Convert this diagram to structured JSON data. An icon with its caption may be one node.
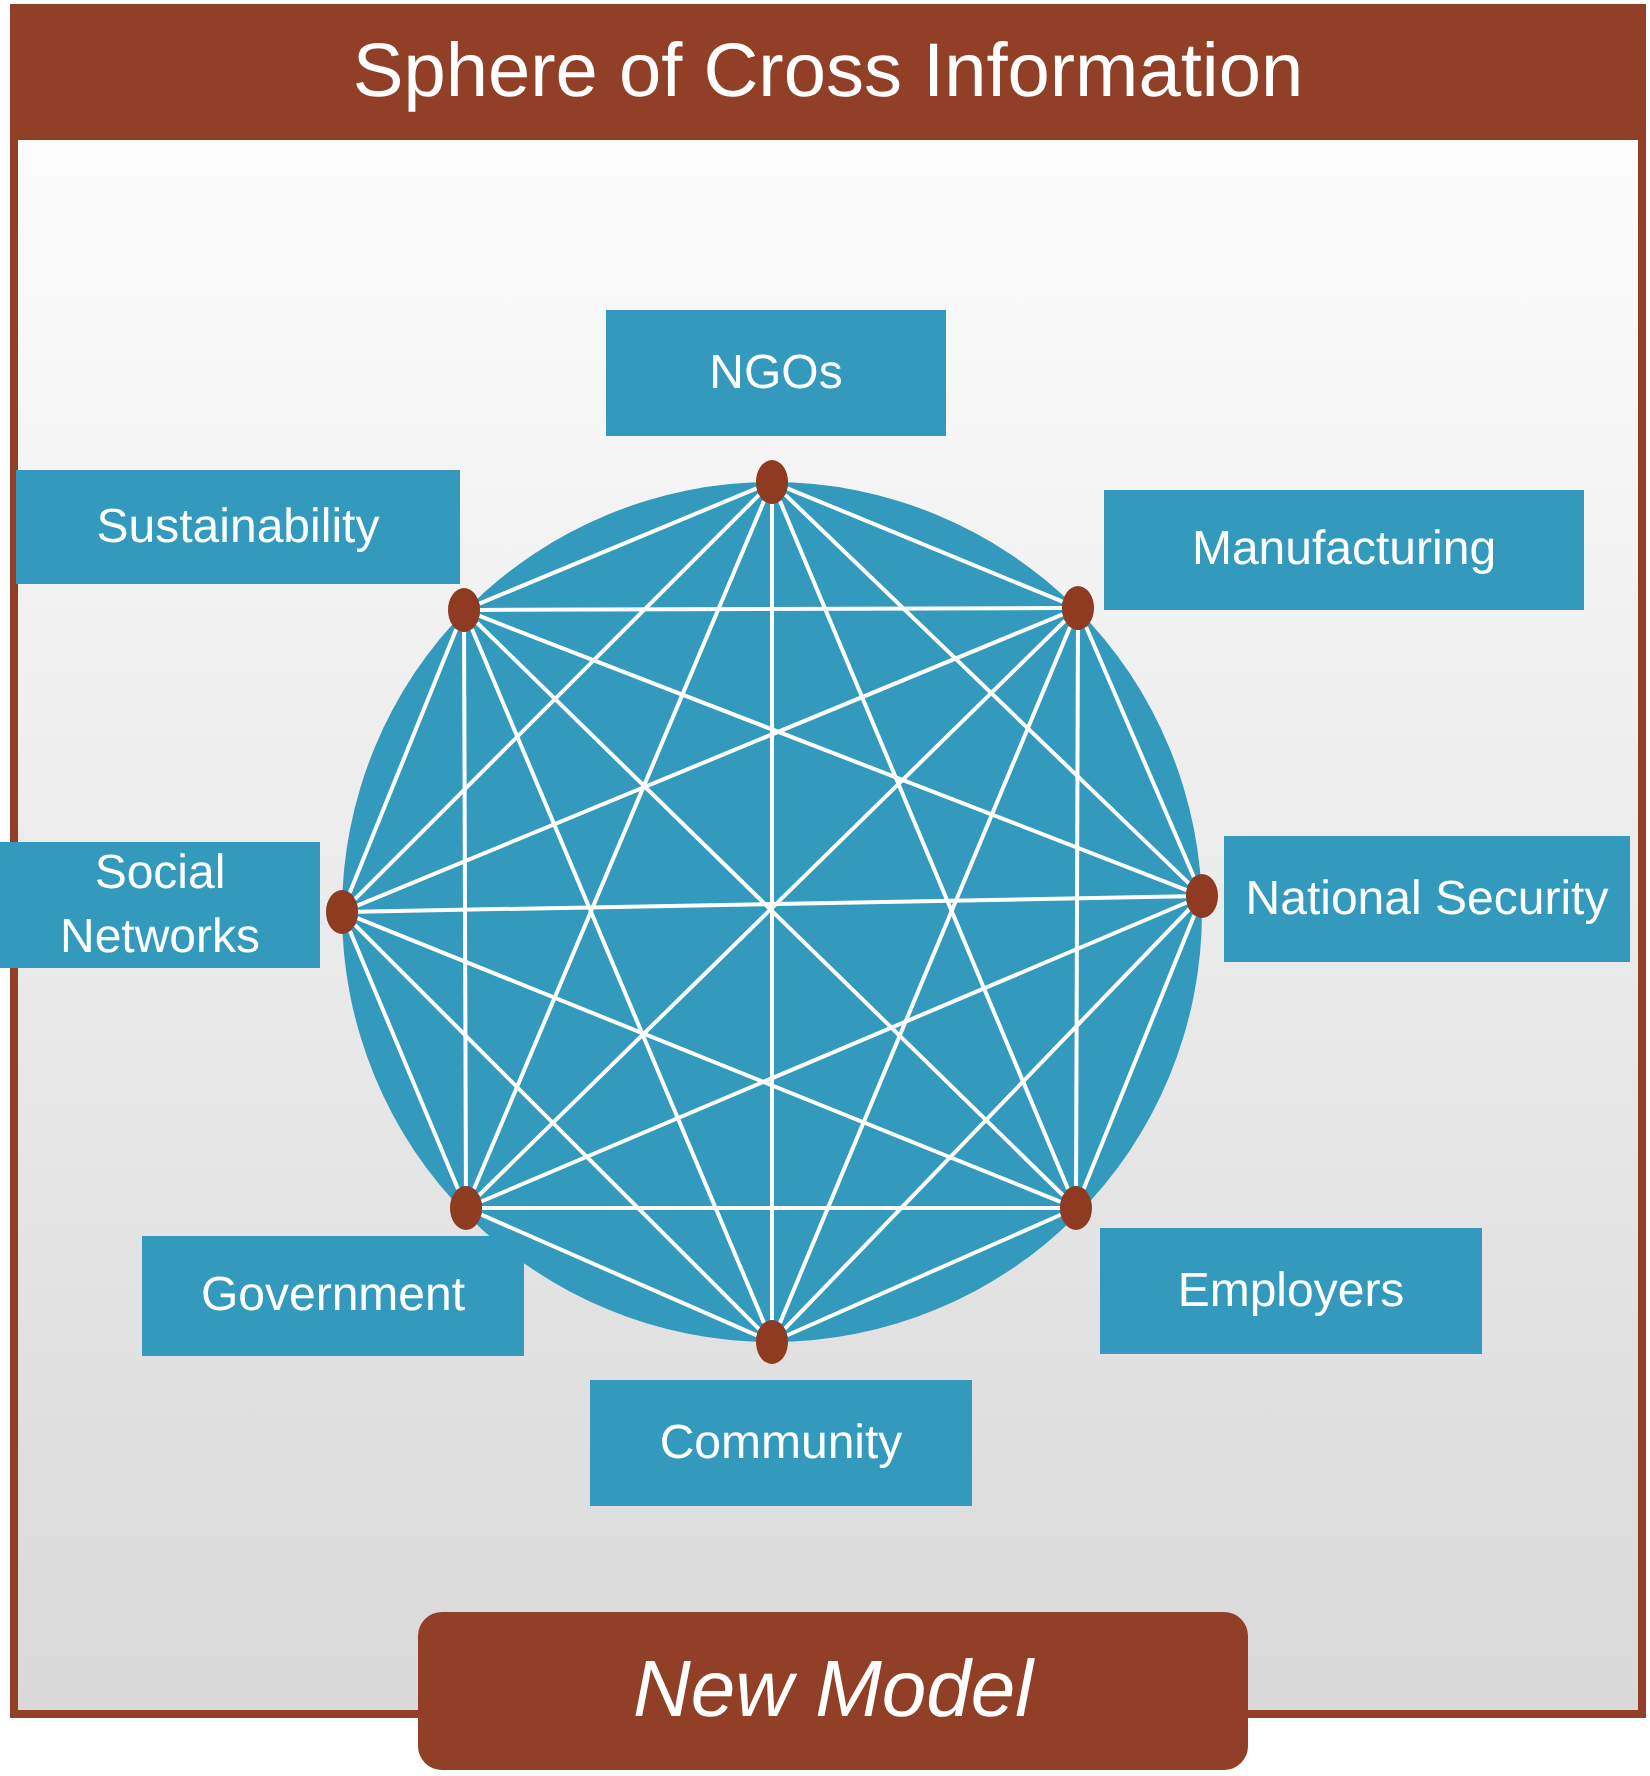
{
  "diagram": {
    "title": "Sphere of Cross Information",
    "nodes": [
      {
        "text": [
          "NGOs"
        ]
      },
      {
        "text": [
          "Sustainability"
        ]
      },
      {
        "text": [
          "Manufacturing"
        ]
      },
      {
        "text": [
          "Social Networks"
        ]
      },
      {
        "text": [
          "National Security"
        ]
      },
      {
        "text": [
          "Government"
        ]
      },
      {
        "text": [
          "Employers"
        ]
      },
      {
        "text": [
          "Community"
        ]
      },
      {
        "text": [],
        "shape": "circle"
      },
      {
        "text": [],
        "shape": "circle"
      },
      {
        "text": [],
        "shape": "circle"
      },
      {
        "text": [],
        "shape": "circle"
      },
      {
        "text": [],
        "shape": "circle"
      },
      {
        "text": [],
        "shape": "circle"
      },
      {
        "text": [],
        "shape": "circle"
      },
      {
        "text": [],
        "shape": "circle"
      },
      {
        "text": [
          "New Model"
        ]
      }
    ],
    "edges": [
      {
        "from": 8,
        "to": 9,
        "arrow": "none"
      },
      {
        "from": 8,
        "to": 10,
        "arrow": "none"
      },
      {
        "from": 8,
        "to": 11,
        "arrow": "none"
      },
      {
        "from": 8,
        "to": 12,
        "arrow": "none"
      },
      {
        "from": 8,
        "to": 13,
        "arrow": "none"
      },
      {
        "from": 8,
        "to": 14,
        "arrow": "none"
      },
      {
        "from": 8,
        "to": 15,
        "arrow": "none"
      },
      {
        "from": 9,
        "to": 10,
        "arrow": "none"
      },
      {
        "from": 9,
        "to": 11,
        "arrow": "none"
      },
      {
        "from": 9,
        "to": 12,
        "arrow": "none"
      },
      {
        "from": 9,
        "to": 13,
        "arrow": "none"
      },
      {
        "from": 9,
        "to": 14,
        "arrow": "none"
      },
      {
        "from": 9,
        "to": 15,
        "arrow": "none"
      },
      {
        "from": 10,
        "to": 11,
        "arrow": "none"
      },
      {
        "from": 10,
        "to": 12,
        "arrow": "none"
      },
      {
        "from": 10,
        "to": 13,
        "arrow": "none"
      },
      {
        "from": 10,
        "to": 14,
        "arrow": "none"
      },
      {
        "from": 10,
        "to": 15,
        "arrow": "none"
      },
      {
        "from": 11,
        "to": 12,
        "arrow": "none"
      },
      {
        "from": 11,
        "to": 13,
        "arrow": "none"
      },
      {
        "from": 11,
        "to": 14,
        "arrow": "none"
      },
      {
        "from": 11,
        "to": 15,
        "arrow": "none"
      },
      {
        "from": 12,
        "to": 13,
        "arrow": "none"
      },
      {
        "from": 12,
        "to": 14,
        "arrow": "none"
      },
      {
        "from": 12,
        "to": 15,
        "arrow": "none"
      },
      {
        "from": 13,
        "to": 14,
        "arrow": "none"
      },
      {
        "from": 13,
        "to": 15,
        "arrow": "none"
      },
      {
        "from": 14,
        "to": 15,
        "arrow": "none"
      }
    ]
  }
}
